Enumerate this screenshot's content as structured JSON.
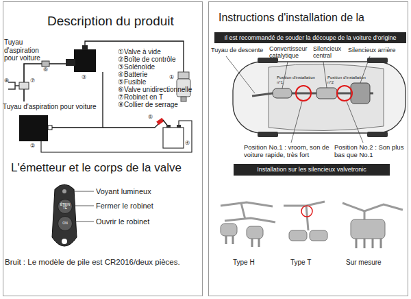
{
  "diagram": {
    "nodes": [
      {
        "text": [
          "Description du produit",
          "L'émetteur et le corps de la valve"
        ]
      },
      {
        "text": [
          "ÉTEIN TE"
        ],
        "in": 0
      },
      {
        "text": [
          "ON"
        ],
        "in": 0
      },
      {
        "text": [
          "Instructions d'installation de la"
        ]
      },
      {
        "text": [
          "Il est recommandé de souder la découpe de la voiture d'origine"
        ],
        "in": 3
      },
      {
        "text": [
          "Installation sur les silencieux valvetronic"
        ],
        "in": 3
      }
    ],
    "labels": [
      "Tuyau d'aspiration pour voiture",
      "⑥",
      "⑧",
      "⑦",
      "Tuyau d'aspiration pour voiture",
      "③",
      "①Valve à vide",
      "②Boîte de contrôle",
      "③Solénoïde",
      "④Batterie",
      "⑤Fusible",
      "⑥Valve unidirectionnelle",
      "⑦Robinet en T",
      "⑧Collier de serrage",
      "①",
      "②",
      "⑤",
      "④",
      "Voyant lumineux",
      "Fermer le robinet",
      "Ouvrir le robinet",
      "Bruit : Le modèle de pile est CR2016/deux pièces.",
      "Tuyau de descente",
      "Convertisseur catalytique",
      "Silencieux central",
      "Silencieux arrière",
      "Position d'installation n°1",
      "Position d'installation n°2",
      "Position No.1 : vroom, son de voiture rapide, très fort",
      "Position No.2 : Son plus bas que No.1",
      "Type H",
      "Type T",
      "Sur mesure"
    ]
  }
}
